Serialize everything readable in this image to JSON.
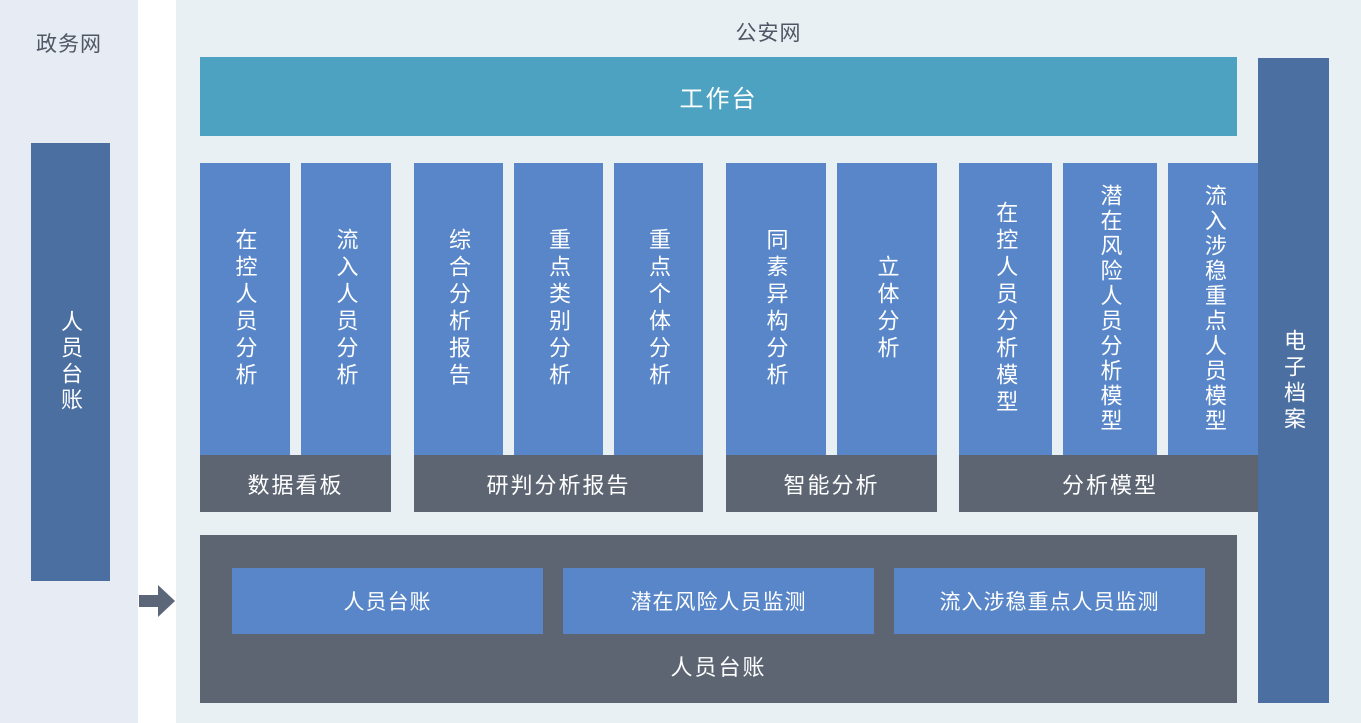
{
  "zones": {
    "government_net": {
      "title": "政务网",
      "bar_label": "人员台账"
    },
    "public_security_net": {
      "title": "公安网"
    }
  },
  "flow": {
    "arrow_icon": "arrow-right-icon"
  },
  "workbench": {
    "label": "工作台"
  },
  "groups": [
    {
      "footer": "数据看板",
      "cards": [
        "在控人员分析",
        "流入人员分析"
      ]
    },
    {
      "footer": "研判分析报告",
      "cards": [
        "综合分析报告",
        "重点类别分析",
        "重点个体分析"
      ]
    },
    {
      "footer": "智能分析",
      "cards": [
        "同素异构分析",
        "立体分析"
      ]
    },
    {
      "footer": "分析模型",
      "cards": [
        "在控人员分析模型",
        "潜在风险人员分析模型",
        "流入涉稳重点人员模型"
      ]
    }
  ],
  "ledger": {
    "buttons": [
      "人员台账",
      "潜在风险人员监测",
      "流入涉稳重点人员监测"
    ],
    "label": "人员台账"
  },
  "archive": {
    "label": "电子档案"
  },
  "colors": {
    "gov_zone_bg": "#E7EBF3",
    "psn_panel_bg": "#E8F0F4",
    "side_bar_blue": "#4B6FA0",
    "card_blue": "#5886C8",
    "teal": "#4DA1C1",
    "gray": "#5D6573",
    "arrow_gray": "#5B6779",
    "title_text": "#4E5763"
  }
}
